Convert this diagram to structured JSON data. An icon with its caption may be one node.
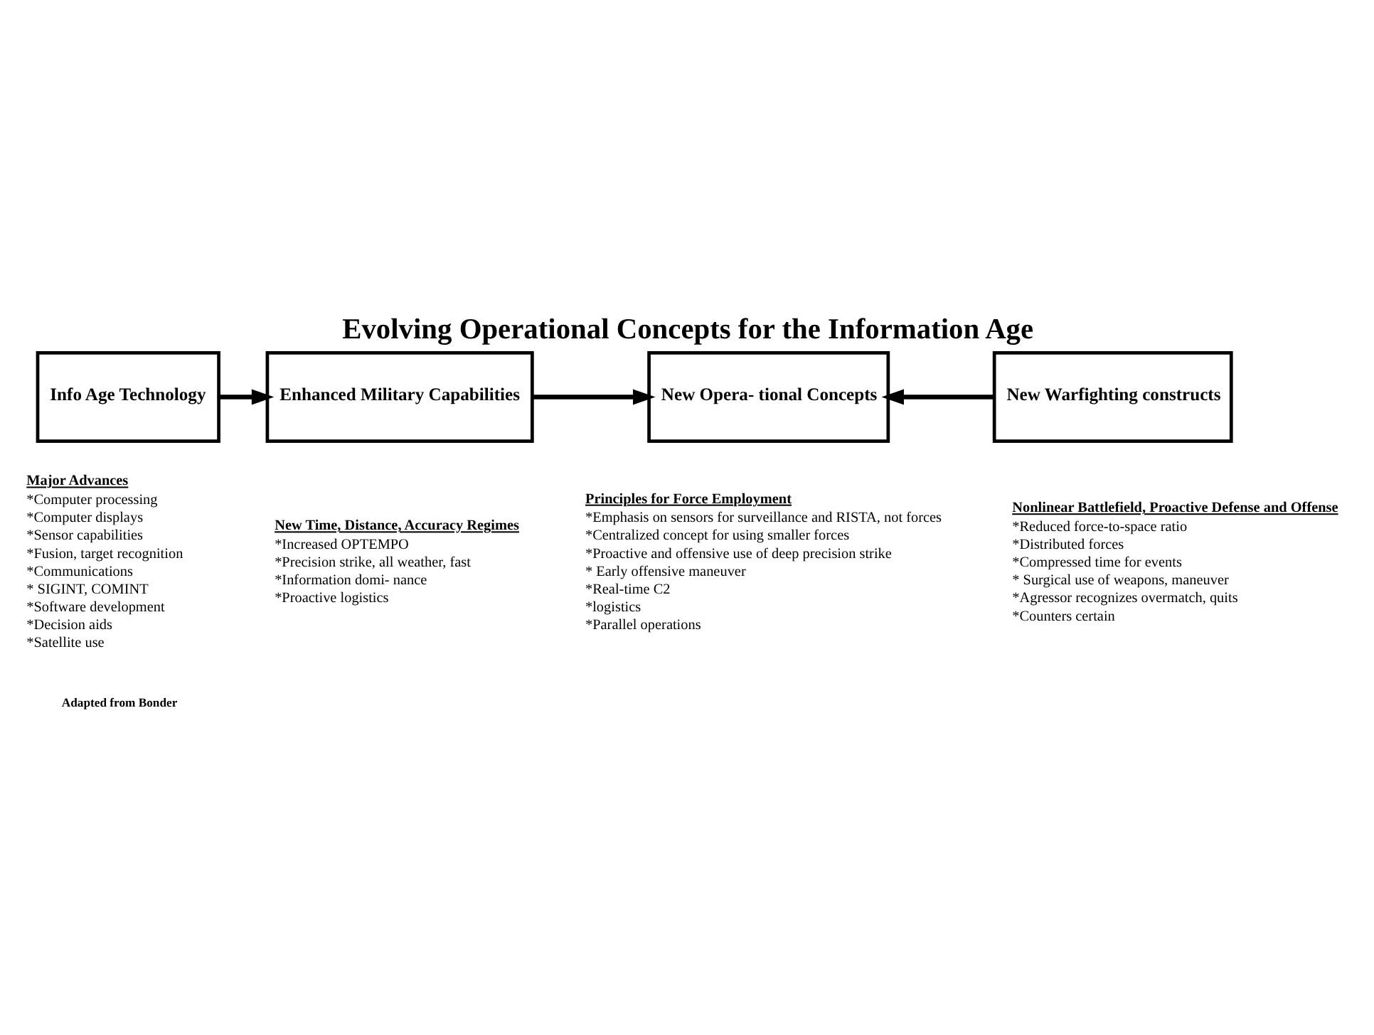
{
  "diagram": {
    "title": "Evolving Operational Concepts for the Information Age",
    "nodes": [
      {
        "text": [
          "Info Age Technology"
        ]
      },
      {
        "text": [
          "Enhanced Military Capabilities"
        ]
      },
      {
        "text": [
          "New Opera- tional Concepts"
        ]
      },
      {
        "text": [
          "New Warfighting constructs"
        ]
      }
    ],
    "edges": [
      {
        "from": 0,
        "to": 1,
        "arrow": "to"
      },
      {
        "from": 1,
        "to": 2,
        "arrow": "to"
      },
      {
        "from": 3,
        "to": 2,
        "arrow": "to"
      }
    ],
    "labels": [
      "Major Advances",
      "*Computer processing",
      "*Computer displays",
      "*Sensor capabilities",
      "*Fusion, target recognition",
      "*Communications",
      "* SIGINT, COMINT",
      "*Software development",
      "*Decision aids",
      "*Satellite use",
      "New Time, Distance, Accuracy Regimes",
      "*Increased OPTEMPO",
      "*Precision strike, all weather, fast",
      "*Information domi- nance",
      "*Proactive logistics",
      "Principles for Force Employment",
      "*Emphasis on sensors for surveillance and RISTA, not forces",
      "*Centralized concept for using smaller forces",
      "*Proactive and offensive use of deep precision strike",
      "* Early offensive maneuver",
      "*Real-time C2",
      "*logistics",
      "*Parallel operations",
      "Nonlinear Battlefield, Proactive Defense and Offense",
      "*Reduced force-to-space ratio",
      "*Distributed forces",
      "*Compressed time for events",
      "* Surgical use of weapons, maneuver",
      "*Agressor recognizes overmatch, quits",
      "*Counters certain",
      "Adapted from Bonder"
    ]
  }
}
